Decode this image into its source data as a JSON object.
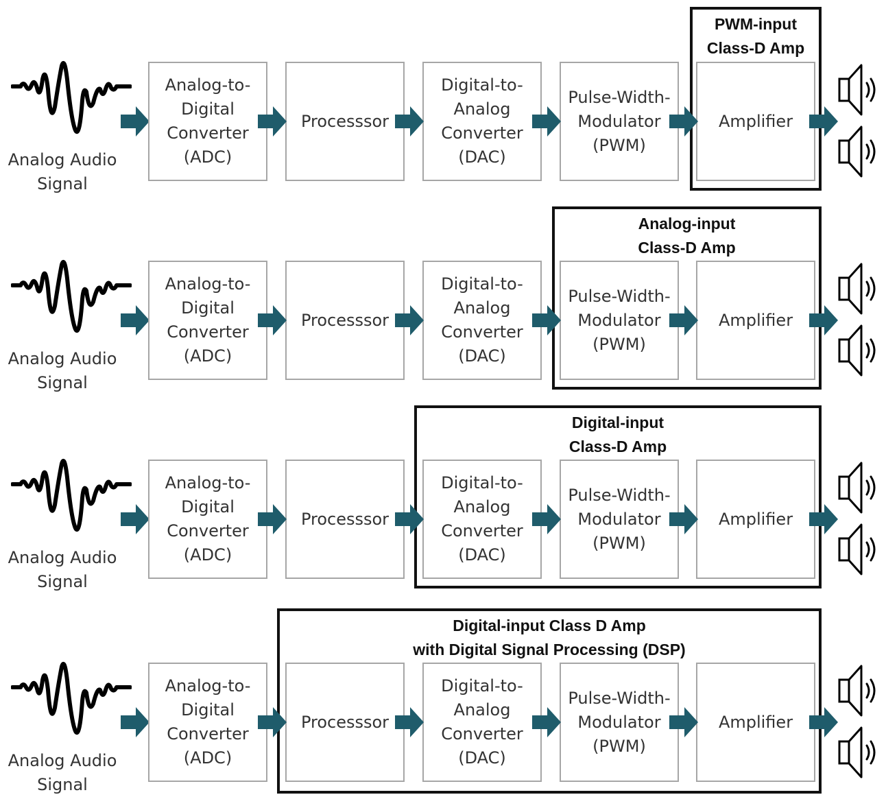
{
  "colors": {
    "arrow": "#1f5c6b",
    "box_border": "#a6a6a6",
    "group_border": "#111111",
    "text": "#333333"
  },
  "rows": [
    {
      "group_title": "PWM-input\nClass-D Amp",
      "signal_label": "Analog Audio\nSignal",
      "blocks": [
        "Analog-to-\nDigital\nConverter\n(ADC)",
        "Processsor",
        "Digital-to-\nAnalog\nConverter\n(DAC)",
        "Pulse-Width-\nModulator\n(PWM)",
        "Amplifier"
      ]
    },
    {
      "group_title": "Analog-input\nClass-D Amp",
      "signal_label": "Analog Audio\nSignal",
      "blocks": [
        "Analog-to-\nDigital\nConverter\n(ADC)",
        "Processsor",
        "Digital-to-\nAnalog\nConverter\n(DAC)",
        "Pulse-Width-\nModulator\n(PWM)",
        "Amplifier"
      ]
    },
    {
      "group_title": "Digital-input\nClass-D Amp",
      "signal_label": "Analog Audio\nSignal",
      "blocks": [
        "Analog-to-\nDigital\nConverter\n(ADC)",
        "Processsor",
        "Digital-to-\nAnalog\nConverter\n(DAC)",
        "Pulse-Width-\nModulator\n(PWM)",
        "Amplifier"
      ]
    },
    {
      "group_title": "Digital-input Class D Amp\nwith Digital Signal Processing (DSP)",
      "signal_label": "Analog Audio\nSignal",
      "blocks": [
        "Analog-to-\nDigital\nConverter\n(ADC)",
        "Processsor",
        "Digital-to-\nAnalog\nConverter\n(DAC)",
        "Pulse-Width-\nModulator\n(PWM)",
        "Amplifier"
      ]
    }
  ]
}
